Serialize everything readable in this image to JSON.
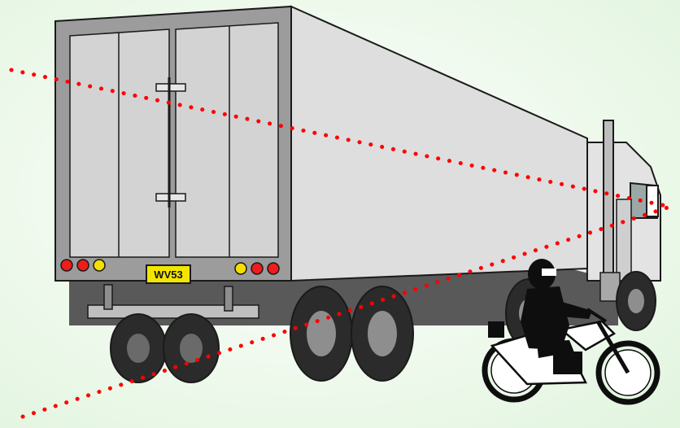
{
  "illustration": {
    "plate_text": "WV53",
    "colors": {
      "background_light": "#ffffff",
      "background_tint": "#e2f5df",
      "trailer_body": "#dedede",
      "trailer_panel": "#d3d3d3",
      "trailer_frame": "#9c9c9c",
      "outline": "#1a1a1a",
      "dark_gray": "#3f3f3f",
      "mid_gray": "#8e8e8e",
      "tire": "#2b2b2b",
      "light_red": "#ee1c1c",
      "light_yellow": "#f4e000",
      "plate_bg": "#f2e600",
      "plate_text_color": "#111111",
      "sightline": "#ff0000",
      "rider": "#0e0e0e",
      "motorcycle_frame": "#ffffff"
    },
    "icons": [
      "semi-truck",
      "motorcycle",
      "rider",
      "blind-spot-sightline"
    ]
  }
}
